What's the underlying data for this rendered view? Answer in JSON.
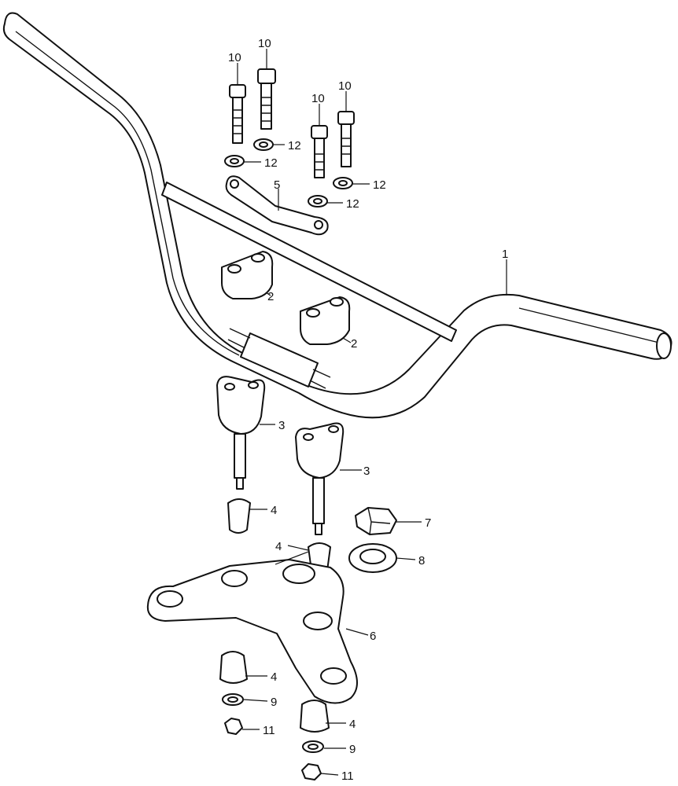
{
  "labels": {
    "handlebar": "1",
    "upper_holder_a": "2",
    "upper_holder_b": "2",
    "lower_holder_a": "3",
    "lower_holder_b": "3",
    "cushion_a": "4",
    "cushion_b": "4",
    "cushion_c": "4",
    "cushion_d": "4",
    "holder_plate": "5",
    "top_bridge": "6",
    "stem_nut": "7",
    "stem_washer": "8",
    "washer_9_a": "9",
    "washer_9_b": "9",
    "bolt_a": "10",
    "bolt_b": "10",
    "bolt_c": "10",
    "bolt_d": "10",
    "nut_a": "11",
    "nut_b": "11",
    "washer_12_a": "12",
    "washer_12_b": "12",
    "washer_12_c": "12",
    "washer_12_d": "12"
  }
}
